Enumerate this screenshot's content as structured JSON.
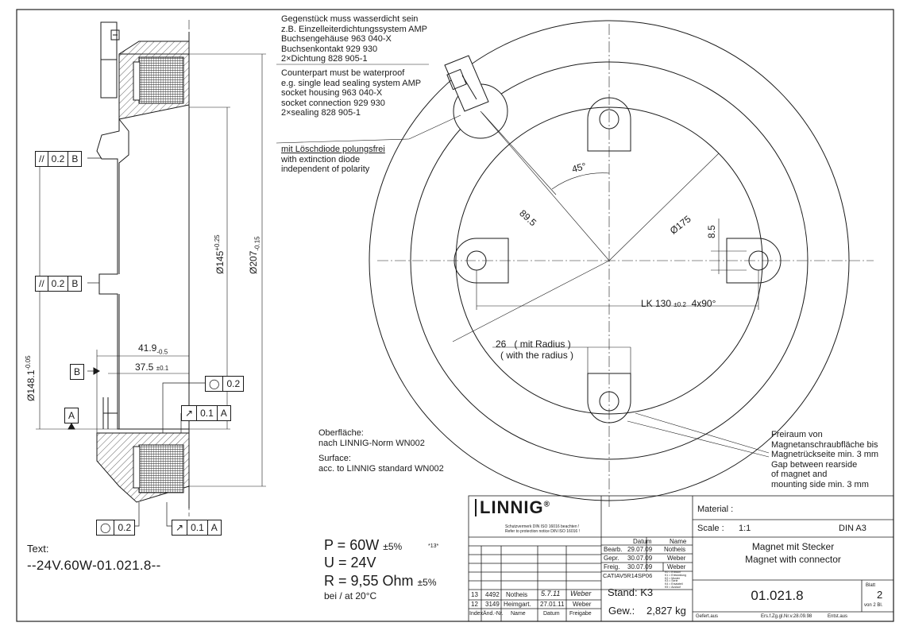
{
  "connector_note": {
    "de": [
      "Gegenstück muss wasserdicht sein",
      "z.B. Einzelleiterdichtungssystem AMP",
      "Buchsengehäuse 963 040-X",
      "Buchsenkontakt 929 930",
      "2×Dichtung 828 905-1"
    ],
    "en": [
      "Counterpart must be waterproof",
      "e.g. single lead sealing system AMP",
      "socket housing 963 040-X",
      "socket connection 929 930",
      "2×sealing 828 905-1"
    ]
  },
  "diode_note": [
    "mit Löschdiode polungsfrei",
    "with extinction diode",
    "independent of polarity"
  ],
  "tolerance_frames": [
    {
      "symbol": "//",
      "value": "0.2",
      "datum": "B"
    },
    {
      "symbol": "//",
      "value": "0.2",
      "datum": "B"
    },
    {
      "symbol": "◯",
      "value": "0.2"
    },
    {
      "symbol": "↗",
      "value": "0.1",
      "datum": "A"
    },
    {
      "symbol": "◯",
      "value": "0.2"
    },
    {
      "symbol": "↗",
      "value": "0.1",
      "datum": "A"
    }
  ],
  "datums": [
    "B",
    "A"
  ],
  "dimensions": {
    "d145": "Ø145",
    "d145_tol": "+0.25",
    "d207": "Ø207",
    "d207_tol": "-0.15",
    "d148": "Ø148.1",
    "d148_tol": "-0.05",
    "w41": "41.9",
    "w41_tol": "-0.5",
    "w37": "37.5",
    "w37_tol": "±0.1",
    "angle": "45°",
    "r89": "89.5",
    "d175": "Ø175",
    "h85": "8.5",
    "lk": "LK  130",
    "lk_tol": "±0.2",
    "lk_suffix": "4x90°",
    "w26": "26",
    "w26_de": "( mit Radius )",
    "w26_en": "( with the radius )"
  },
  "surface_note": {
    "de": [
      "Oberfläche:",
      "nach LINNIG-Norm WN002"
    ],
    "en": [
      "Surface:",
      "acc. to LINNIG standard WN002"
    ]
  },
  "clearance_note": [
    "Freiraum von",
    "Magnetanschraubfläche bis",
    "Magnetrückseite min. 3 mm",
    "Gap between rearside",
    "of magnet and",
    "mounting side min. 3 mm"
  ],
  "marking": {
    "label": "Text:",
    "value": "--24V.60W-01.021.8--"
  },
  "specs": {
    "p": "P = 60W",
    "p_tol": "±5%",
    "p_note": "*13*",
    "u": "U = 24V",
    "r": "R = 9,55 Ohm",
    "r_tol": "±5%",
    "temp": "bei / at 20°C"
  },
  "title_block": {
    "logo": "LINNIG",
    "logo_mark": "®",
    "protection": [
      "Schutzvermerk DIN ISO 16016 beachten !",
      "Refer to protection notice DIN ISO 16016 !"
    ],
    "material_label": "Material :",
    "scale_label": "Scale :",
    "scale_value": "1:1",
    "format": "DIN A3",
    "title_de": "Magnet mit Stecker",
    "title_en": "Magnet with connector",
    "drawing_no": "01.021.8",
    "sheet_label": "Blatt",
    "sheet_no": "2",
    "sheet_of": "von 2 Bl.",
    "col_datum": "Datum",
    "col_name": "Name",
    "rows": [
      {
        "label": "Bearb.",
        "date": "29.07.09",
        "name": "Notheis"
      },
      {
        "label": "Gepr.",
        "date": "30.07.09",
        "name": "Weber"
      },
      {
        "label": "Freig.",
        "date": "30.07.09",
        "name": "Weber"
      }
    ],
    "cad": "CATIAV5R14SP06",
    "status_codes": [
      "K0 = Entwurf",
      "K1 = Entwicklung",
      "K2 = Muster",
      "K3 = Serie",
      "K4 = Ersatzteil",
      "K5 = Auslauf"
    ],
    "stand": "Stand: K3",
    "weight_label": "Gew.:",
    "weight": "2,827 kg",
    "revisions": [
      {
        "index": "13",
        "nr": "4492",
        "name": "Notheis",
        "date": "5.7.11",
        "sign": "Weber"
      },
      {
        "index": "12",
        "nr": "3149",
        "name": "Heimgart.",
        "date": "27.01.11",
        "sign": "Weber"
      }
    ],
    "rev_headers": [
      "Index",
      "Änd.-Nr.",
      "Name",
      "Datum",
      "Freigabe"
    ],
    "footer": [
      "Gefert.aus",
      "Ers.f.Zg.gl.Nr.v.28.09.98",
      "Entst.aus"
    ]
  }
}
